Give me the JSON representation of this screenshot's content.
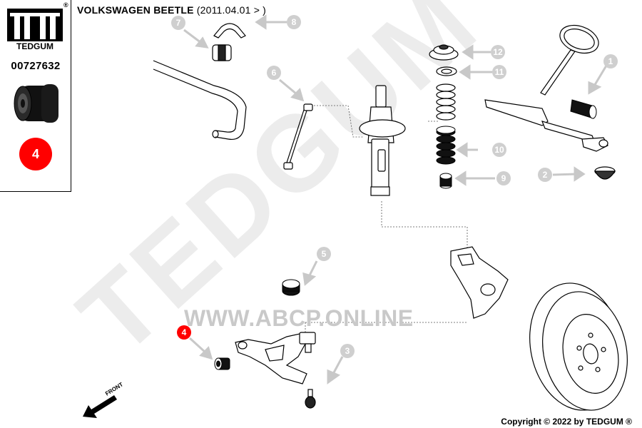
{
  "brand": {
    "logo_text": "TEDGUM",
    "registered_mark": "®"
  },
  "part_number": "00727632",
  "selected_ref": "4",
  "title": {
    "model": "VOLKSWAGEN BEETLE",
    "years": "(2011.04.01 > )"
  },
  "watermark": {
    "big_text": "TEDGUM",
    "url": "WWW.ABCP.ONLINE"
  },
  "front_label": "FRONT",
  "copyright": "Copyright © 2022 by TEDGUM ®",
  "callouts": [
    {
      "ref": "1",
      "label": "1",
      "highlighted": false
    },
    {
      "ref": "2",
      "label": "2",
      "highlighted": false
    },
    {
      "ref": "3",
      "label": "3",
      "highlighted": false
    },
    {
      "ref": "4",
      "label": "4",
      "highlighted": true
    },
    {
      "ref": "5",
      "label": "5",
      "highlighted": false
    },
    {
      "ref": "6",
      "label": "6",
      "highlighted": false
    },
    {
      "ref": "7",
      "label": "7",
      "highlighted": false
    },
    {
      "ref": "8",
      "label": "8",
      "highlighted": false
    },
    {
      "ref": "9",
      "label": "9",
      "highlighted": false
    },
    {
      "ref": "10",
      "label": "10",
      "highlighted": false
    },
    {
      "ref": "11",
      "label": "11",
      "highlighted": false
    },
    {
      "ref": "12",
      "label": "12",
      "highlighted": false
    }
  ],
  "colors": {
    "highlight": "#ff0000",
    "callout_grey": "#cfcfcf",
    "watermark": "#ebebeb",
    "line": "#000000"
  }
}
